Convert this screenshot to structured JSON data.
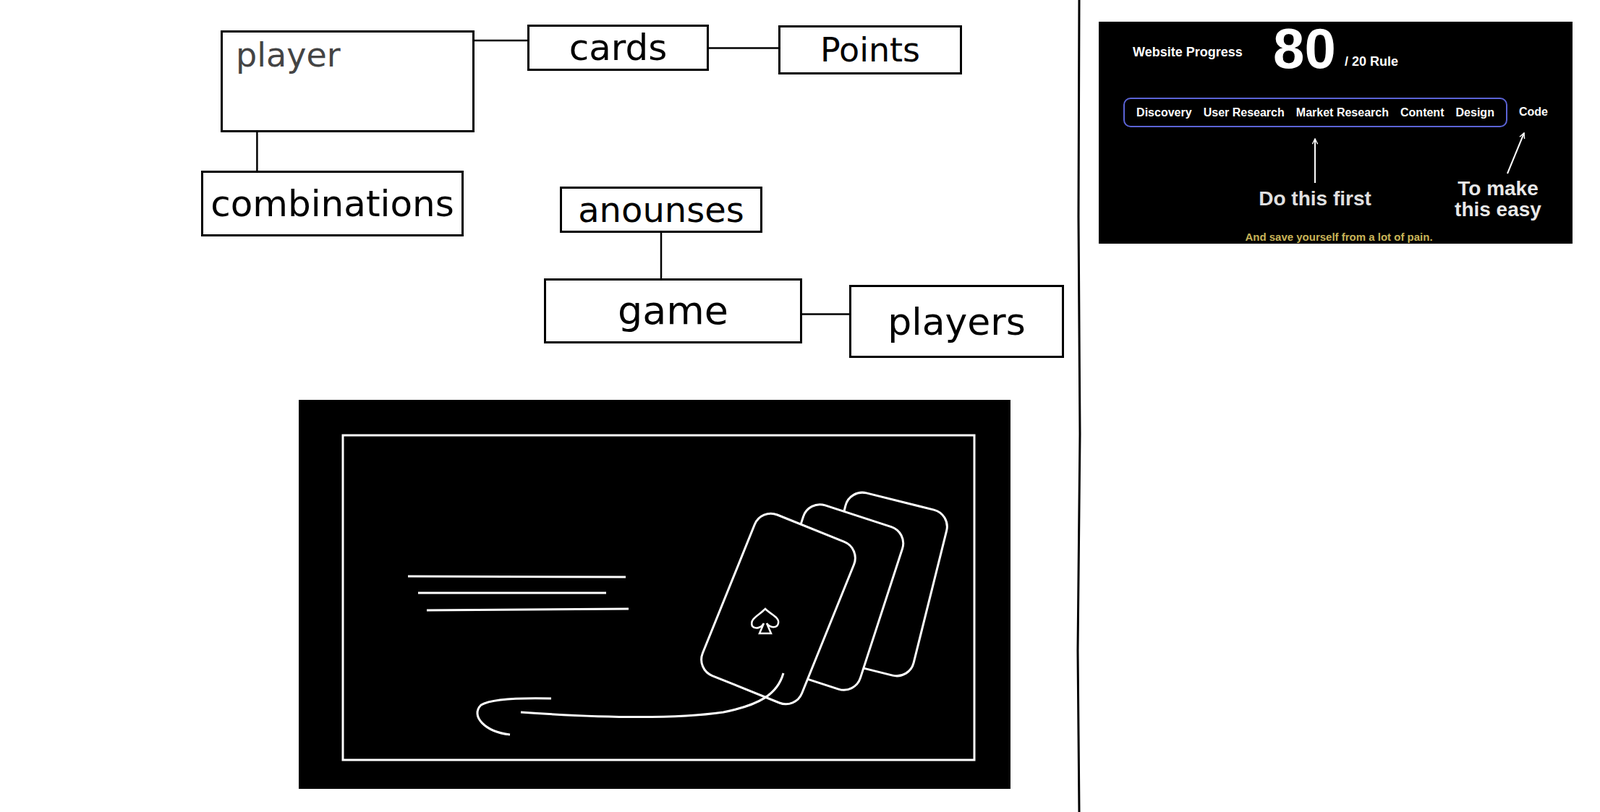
{
  "diagram": {
    "nodes": [
      {
        "text": [
          "player"
        ]
      },
      {
        "text": [
          "cards"
        ]
      },
      {
        "text": [
          "Points"
        ]
      },
      {
        "text": [
          "combinations"
        ]
      },
      {
        "text": [
          "anounses"
        ]
      },
      {
        "text": [
          "game"
        ]
      },
      {
        "text": [
          "players"
        ]
      },
      {
        "text": [
          "Website Progress",
          "80",
          "/ 20 Rule",
          "Code",
          "Do this first",
          "To make this easy",
          "And save yourself from a lot of pain."
        ]
      },
      {
        "text": [
          "Discovery",
          "User Research",
          "Market Research",
          "Content",
          "Design"
        ],
        "in": 7
      }
    ],
    "edges": [
      {
        "from": 0,
        "to": 1,
        "arrow": "none"
      },
      {
        "from": 1,
        "to": 2,
        "arrow": "none"
      },
      {
        "from": 0,
        "to": 3,
        "arrow": "none"
      },
      {
        "from": 4,
        "to": 5,
        "arrow": "none"
      },
      {
        "from": 5,
        "to": 6,
        "arrow": "none"
      }
    ]
  }
}
